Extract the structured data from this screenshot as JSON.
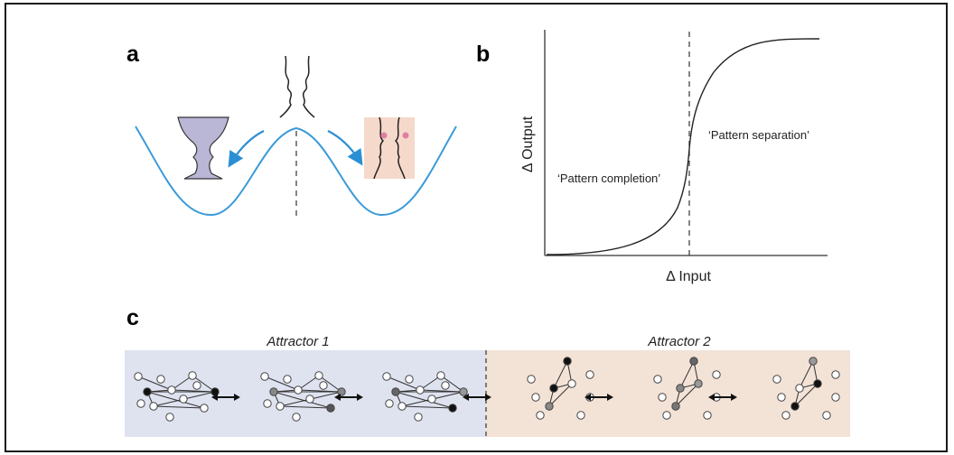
{
  "panels": {
    "a": {
      "letter": "a"
    },
    "b": {
      "letter": "b",
      "xlabel": "Δ Input",
      "ylabel": "Δ Output",
      "annotations": {
        "separation": "‘Pattern separation’",
        "completion": "‘Pattern completion’"
      }
    },
    "c": {
      "letter": "c",
      "attractors": [
        {
          "title": "Attractor 1"
        },
        {
          "title": "Attractor 2"
        }
      ]
    }
  },
  "colors": {
    "landscape_curve": "#3b9ad9",
    "arrow": "#2a8fd3",
    "vase_fill": "#b9b6d6",
    "faces_fill": "#f3d2c2",
    "attractor1_bg": "#dfe3f0",
    "attractor2_bg": "#f3e2d6"
  }
}
